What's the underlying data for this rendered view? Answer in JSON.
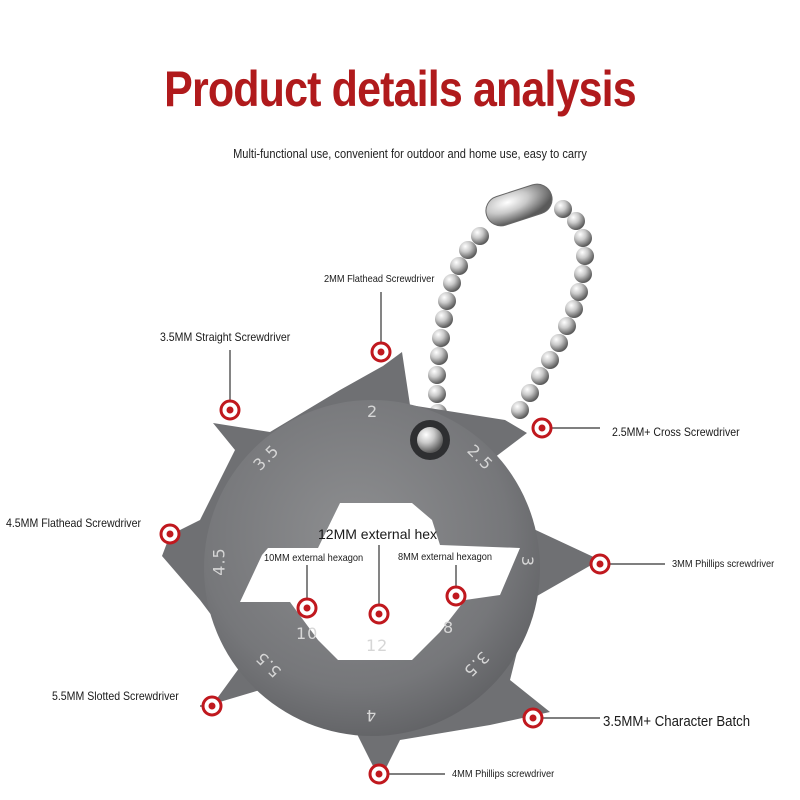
{
  "header": {
    "title": "Product details analysis",
    "subtitle": "Multi-functional use, convenient for outdoor and home use, easy to carry"
  },
  "tool_markings": [
    "2",
    "2.5",
    "3",
    "3.5",
    "4",
    "5.5",
    "4.5",
    "3.5",
    "10",
    "12",
    "8"
  ],
  "callouts": {
    "flathead_2mm": "2MM Flathead Screwdriver",
    "straight_3_5mm": "3.5MM Straight Screwdriver",
    "cross_2_5mm": "2.5MM+ Cross Screwdriver",
    "flathead_4_5mm": "4.5MM Flathead Screwdriver",
    "phillips_3mm": "3MM Phillips screwdriver",
    "hex_12mm": "12MM external hex",
    "hex_10mm": "10MM external hexagon",
    "hex_8mm": "8MM external hexagon",
    "slotted_5_5mm": "5.5MM Slotted Screwdriver",
    "batch_3_5mm": "3.5MM+ Character Batch",
    "phillips_4mm": "4MM Phillips screwdriver"
  },
  "colors": {
    "title": "#b01a1c",
    "marker_ring": "#c0181e",
    "tool_body": "#7a7b7d",
    "leader_line": "#333333"
  }
}
